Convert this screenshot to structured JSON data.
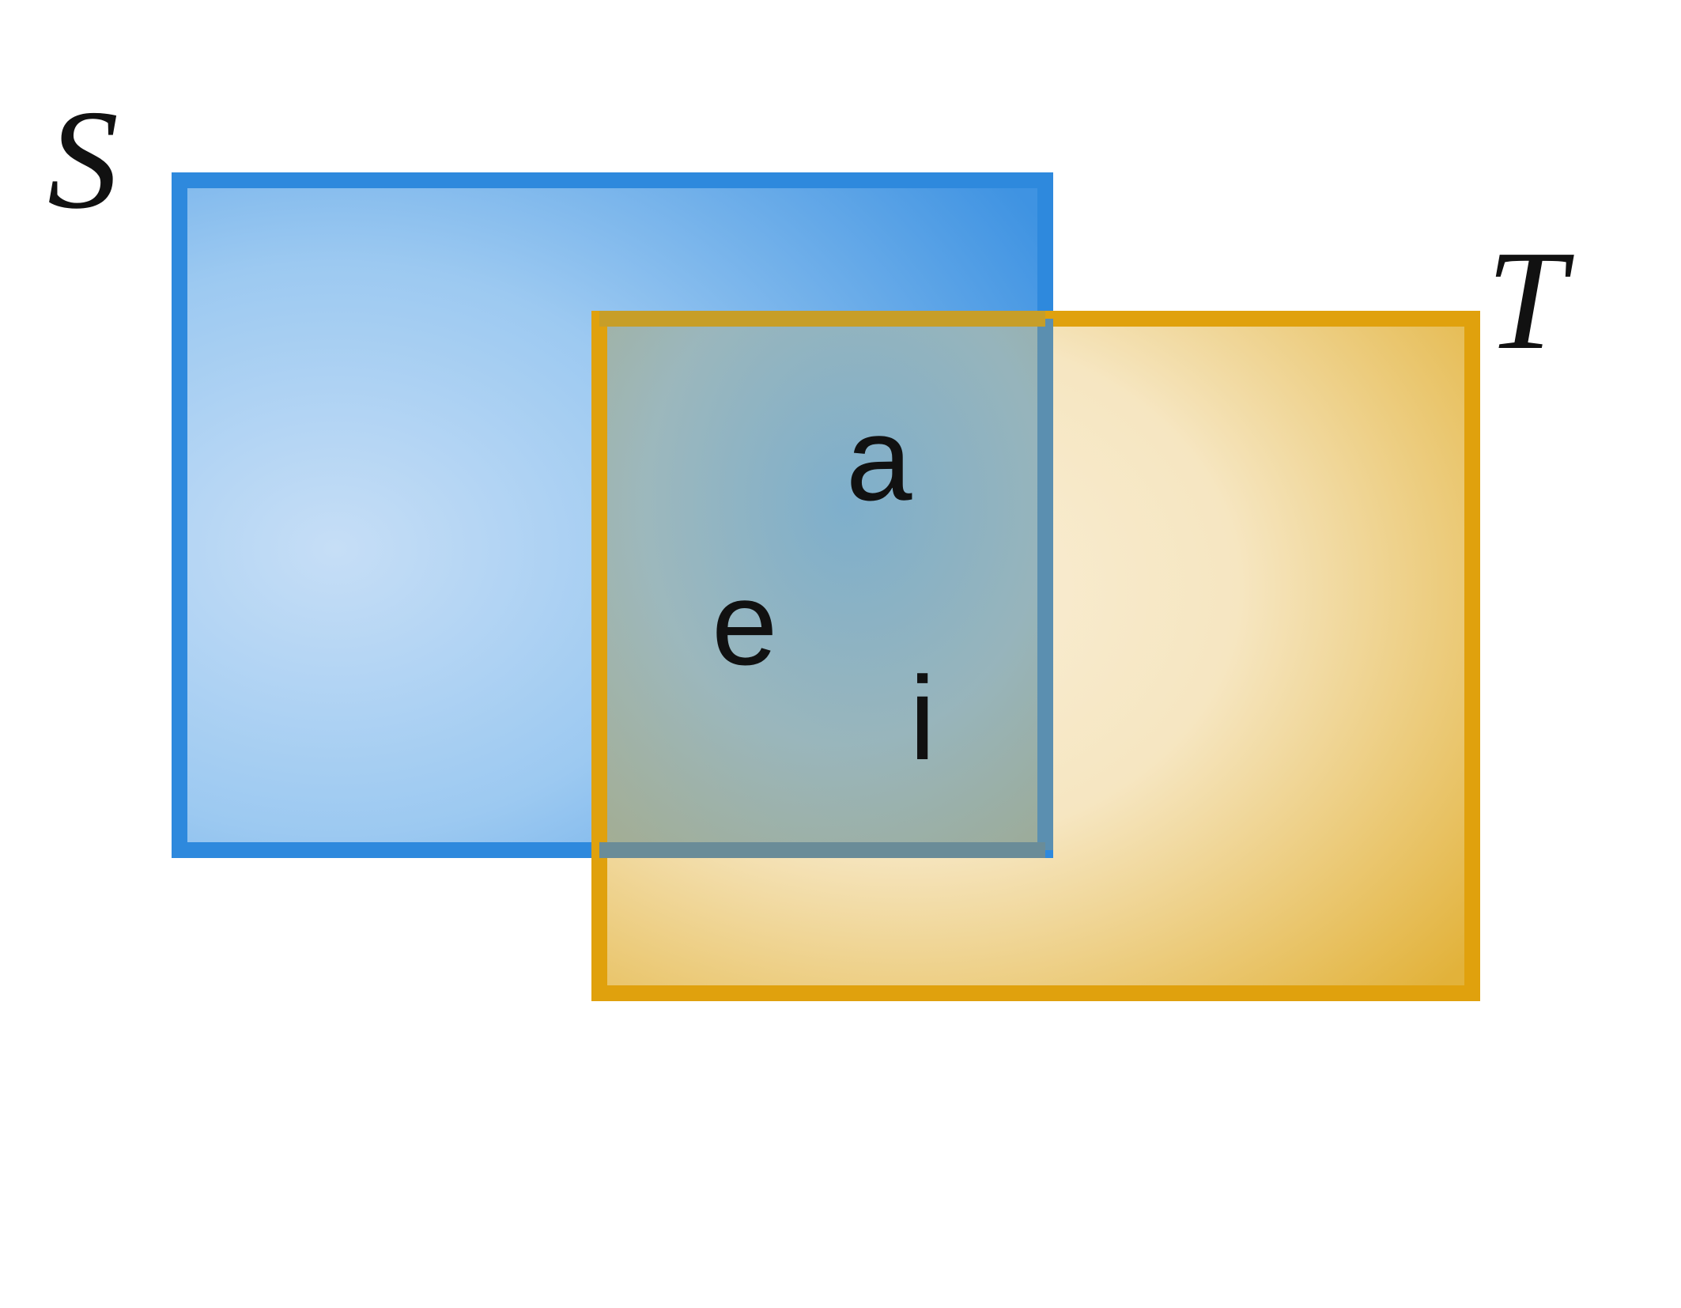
{
  "sets": [
    {
      "id": "S",
      "label": "S",
      "color": "#2e89dd",
      "fill_light": "#cfe4f7",
      "fill_dark": "#3f93e2"
    },
    {
      "id": "T",
      "label": "T",
      "color": "#e0a10d",
      "fill_light": "#fbf1dc",
      "fill_dark": "#e2b23a"
    }
  ],
  "intersection": {
    "sets": [
      "S",
      "T"
    ],
    "elements": [
      "a",
      "e",
      "i"
    ]
  }
}
